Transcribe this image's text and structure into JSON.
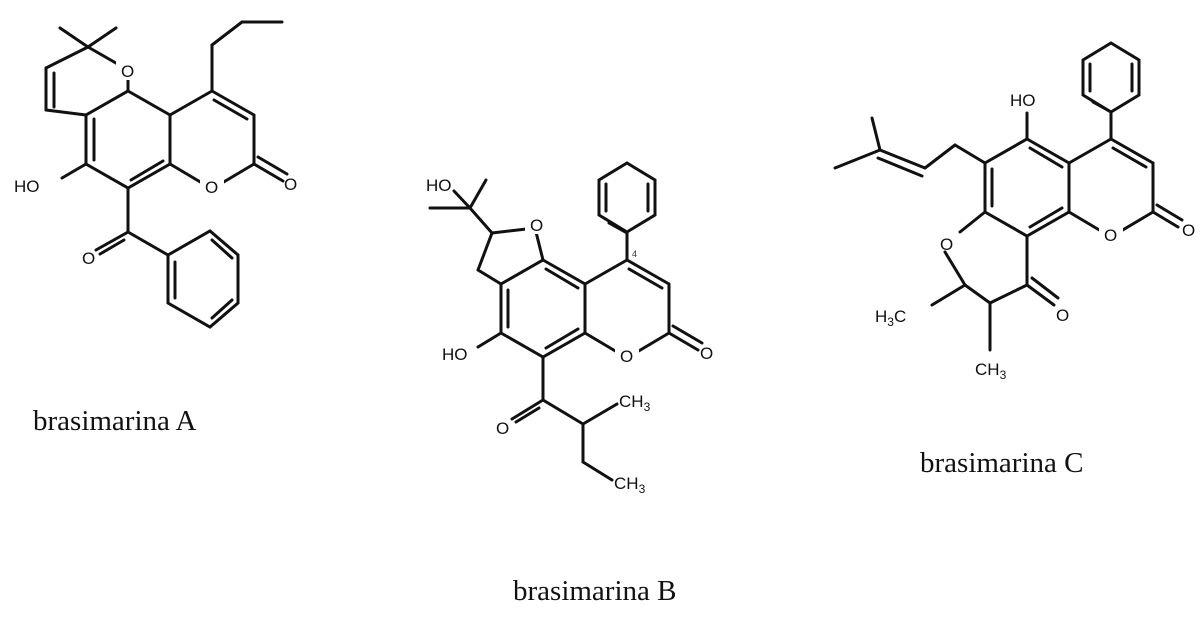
{
  "captions": {
    "a": "brasimarina A",
    "b": "brasimarina B",
    "c": "brasimarina C"
  },
  "atoms": {
    "O": "O",
    "HO": "HO",
    "CH": "CH",
    "three": "3",
    "H": "H",
    "C": "C",
    "locant": "4"
  }
}
